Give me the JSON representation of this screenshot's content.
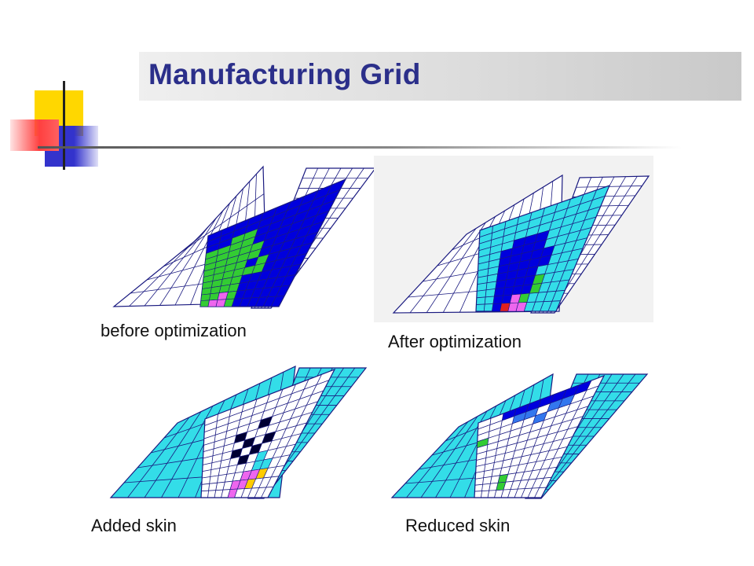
{
  "slide": {
    "title": "Manufacturing Grid",
    "colors": {
      "title_text": "#2b2f8a",
      "logo_yellow": "#ffd700",
      "logo_blue": "#3333cc",
      "logo_red": "#ff4040",
      "mesh_line": "#1a1a80",
      "dark_blue": "#0000dd",
      "cyan": "#33dde8",
      "green": "#33cc33",
      "magenta": "#ee66ee",
      "white": "#ffffff"
    }
  },
  "panels": [
    {
      "caption": "before optimization",
      "base_fill": "white",
      "feature_fill": "dark_blue"
    },
    {
      "caption": "After optimization",
      "base_fill": "white",
      "feature_fill": "cyan"
    },
    {
      "caption": "Added skin",
      "base_fill": "cyan",
      "feature_fill": "white"
    },
    {
      "caption": "Reduced skin",
      "base_fill": "cyan",
      "feature_fill": "white"
    }
  ]
}
